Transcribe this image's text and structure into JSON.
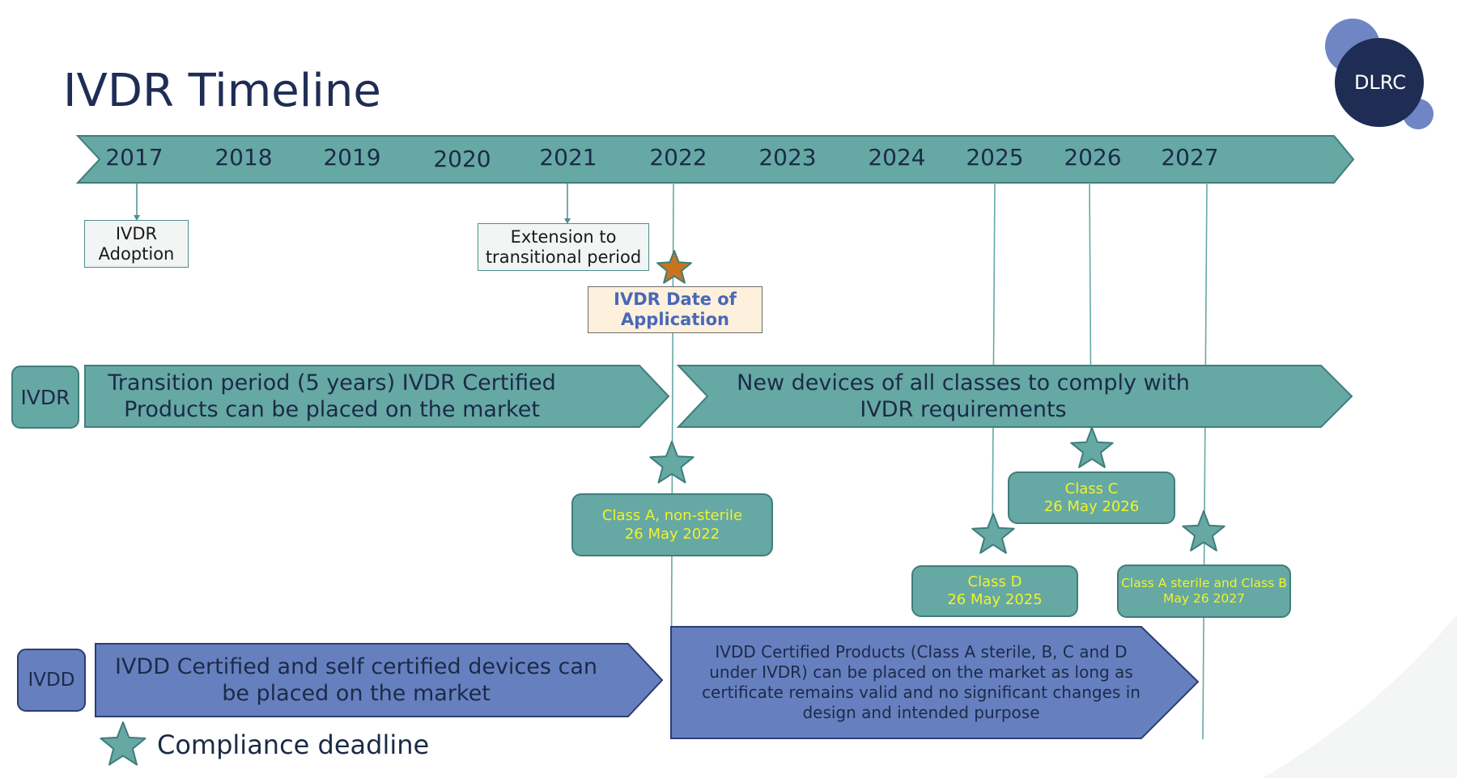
{
  "title": "IVDR Timeline",
  "logo": {
    "text": "DLRC",
    "colors": {
      "dark": "#1f2d55",
      "light": "#6f85c4"
    }
  },
  "colors": {
    "teal": "#66a8a4",
    "teal_border": "#3f7e7a",
    "blue": "#6680bf",
    "blue_border": "#2b3d72",
    "star_orange": "#c8741f",
    "pill_text": "#f2f22a"
  },
  "timeline": {
    "years": [
      "2017",
      "2018",
      "2019",
      "2020",
      "2021",
      "2022",
      "2023",
      "2024",
      "2025",
      "2026",
      "2027"
    ]
  },
  "milestones": {
    "adoption": "IVDR Adoption",
    "extension": "Extension to transitional period",
    "date_of_application": "IVDR Date of Application"
  },
  "rows": {
    "ivdr_label": "IVDR",
    "ivdd_label": "IVDD",
    "ivdr_transition": "Transition period (5 years) IVDR Certified Products can be placed on the market",
    "ivdr_new_devices": "New devices of all classes to comply with IVDR requirements",
    "ivdd_certified": "IVDD Certified and self certified devices can be placed on the market",
    "ivdd_products": "IVDD Certified Products (Class A sterile, B, C and D under IVDR) can be placed  on the market as long as certificate remains valid and no significant changes in design and intended purpose"
  },
  "deadlines": [
    {
      "class": "Class A, non-sterile",
      "date": "26 May 2022"
    },
    {
      "class": "Class C",
      "date": "26 May 2026"
    },
    {
      "class": "Class D",
      "date": "26 May 2025"
    },
    {
      "class": "Class A sterile and Class B",
      "date": "May 26 2027"
    }
  ],
  "legend": {
    "label": "Compliance deadline",
    "icon": "star-icon"
  }
}
